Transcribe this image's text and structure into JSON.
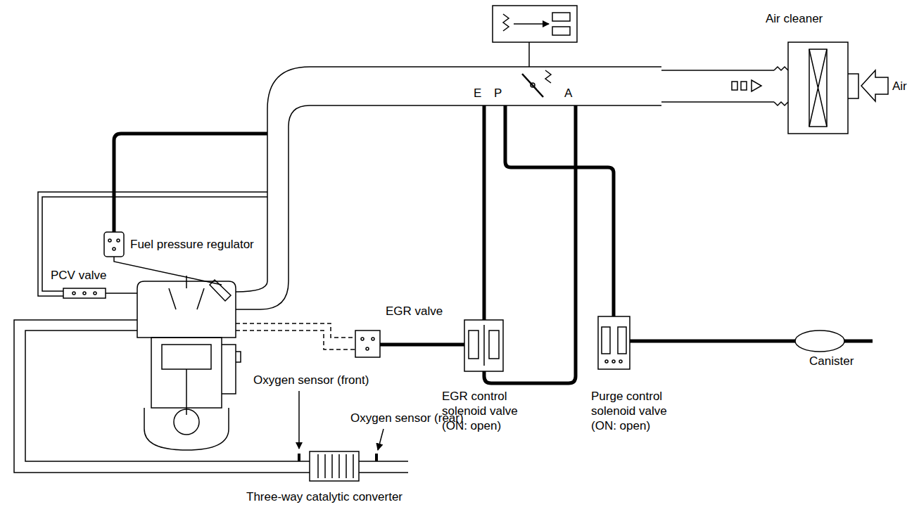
{
  "diagram": {
    "labels": [
      "Air cleaner",
      "Air",
      "E",
      "P",
      "A",
      "Fuel pressure regulator",
      "PCV valve",
      "EGR valve",
      "EGR control solenoid valve (ON: open)",
      "Purge control solenoid valve (ON: open)",
      "Canister",
      "Oxygen sensor (front)",
      "Oxygen sensor (rear)",
      "Three-way catalytic converter"
    ]
  }
}
